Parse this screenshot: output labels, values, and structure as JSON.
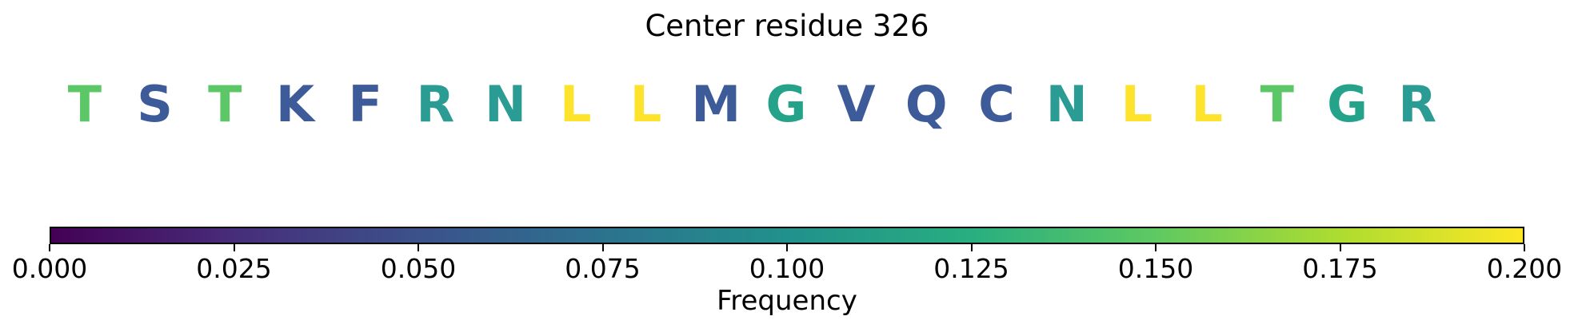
{
  "title": "Center residue 326",
  "chart_data": {
    "type": "heatmap",
    "title": "Center residue 326",
    "colormap": "viridis",
    "sequence": [
      {
        "letter": "T",
        "frequency": 0.15,
        "color": "#5bc767"
      },
      {
        "letter": "S",
        "frequency": 0.05,
        "color": "#3d5a99"
      },
      {
        "letter": "T",
        "frequency": 0.15,
        "color": "#5bc767"
      },
      {
        "letter": "K",
        "frequency": 0.05,
        "color": "#3d5a99"
      },
      {
        "letter": "F",
        "frequency": 0.05,
        "color": "#3d5a99"
      },
      {
        "letter": "R",
        "frequency": 0.1,
        "color": "#2b9c93"
      },
      {
        "letter": "N",
        "frequency": 0.1,
        "color": "#2b9c93"
      },
      {
        "letter": "L",
        "frequency": 0.2,
        "color": "#fde32b"
      },
      {
        "letter": "L",
        "frequency": 0.2,
        "color": "#fde32b"
      },
      {
        "letter": "M",
        "frequency": 0.05,
        "color": "#3d5a99"
      },
      {
        "letter": "G",
        "frequency": 0.11,
        "color": "#25a38a"
      },
      {
        "letter": "V",
        "frequency": 0.05,
        "color": "#3d5a99"
      },
      {
        "letter": "Q",
        "frequency": 0.05,
        "color": "#3d5a99"
      },
      {
        "letter": "C",
        "frequency": 0.05,
        "color": "#3d5a99"
      },
      {
        "letter": "N",
        "frequency": 0.1,
        "color": "#2b9c93"
      },
      {
        "letter": "L",
        "frequency": 0.2,
        "color": "#fde32b"
      },
      {
        "letter": "L",
        "frequency": 0.2,
        "color": "#fde32b"
      },
      {
        "letter": "T",
        "frequency": 0.15,
        "color": "#5bc767"
      },
      {
        "letter": "G",
        "frequency": 0.11,
        "color": "#25a38a"
      },
      {
        "letter": "R",
        "frequency": 0.1,
        "color": "#2b9c93"
      }
    ],
    "colorbar": {
      "label": "Frequency",
      "min": 0.0,
      "max": 0.2,
      "tick_labels": [
        "0.000",
        "0.025",
        "0.050",
        "0.075",
        "0.100",
        "0.125",
        "0.150",
        "0.175",
        "0.200"
      ],
      "gradient_stops": [
        "#440154",
        "#472d7b",
        "#3b528b",
        "#2c728e",
        "#21918c",
        "#28ae80",
        "#5ec962",
        "#addc30",
        "#fde725"
      ]
    }
  }
}
